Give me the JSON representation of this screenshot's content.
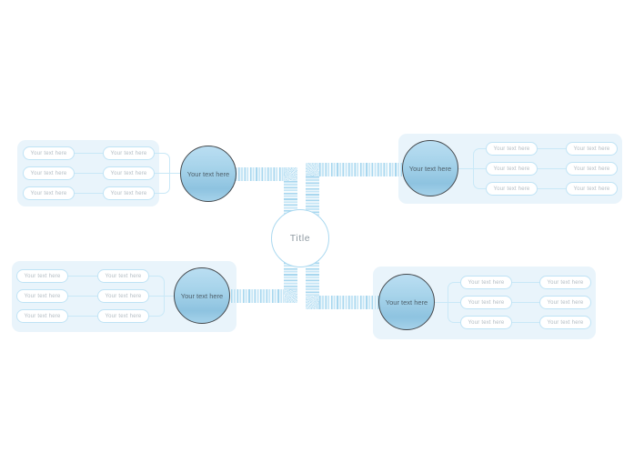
{
  "center": {
    "label": "Title"
  },
  "branches": [
    {
      "id": "top-left",
      "circle_label": "Your text here",
      "boxes": [
        "Your text here",
        "Your text here",
        "Your text here",
        "Your text here",
        "Your text here",
        "Your text here"
      ]
    },
    {
      "id": "top-right",
      "circle_label": "Your text here",
      "boxes": [
        "Your text here",
        "Your text here",
        "Your text here",
        "Your text here",
        "Your text here",
        "Your text here"
      ]
    },
    {
      "id": "bottom-left",
      "circle_label": "Your text here",
      "boxes": [
        "Your text here",
        "Your text here",
        "Your text here",
        "Your text here",
        "Your text here",
        "Your text here"
      ]
    },
    {
      "id": "bottom-right",
      "circle_label": "Your text here",
      "boxes": [
        "Your text here",
        "Your text here",
        "Your text here",
        "Your text here",
        "Your text here",
        "Your text here"
      ]
    }
  ],
  "colors": {
    "background": "#ffffff",
    "group_background": "#e9f4fb",
    "node_fill_top": "#badef2",
    "node_fill_bottom": "#8ec3e0",
    "node_border": "#45494d",
    "node_text": "#4f616c",
    "box_border": "#bfe3f5",
    "box_text": "#b3bcc3",
    "connector_line": "#c9e8f7",
    "stripe_dark": "#a8d7ef",
    "stripe_mid": "#c6e6f6",
    "stripe_light": "#e9f5fb",
    "center_border": "#abd9f0",
    "center_text": "#8f9aa2"
  }
}
